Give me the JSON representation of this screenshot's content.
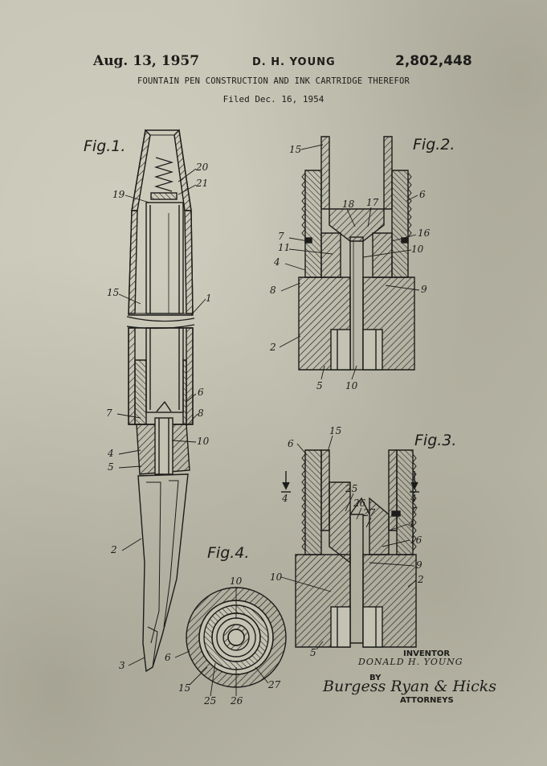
{
  "header": {
    "date": "Aug. 13, 1957",
    "inventor": "D. H. YOUNG",
    "patent_number": "2,802,448",
    "title": "FOUNTAIN PEN CONSTRUCTION AND INK CARTRIDGE THEREFOR",
    "filed": "Filed Dec. 16, 1954"
  },
  "figures": {
    "fig1": {
      "label": "Fig.1.",
      "refs": [
        "20",
        "21",
        "19",
        "15",
        "1",
        "6",
        "7",
        "8",
        "10",
        "4",
        "5",
        "2",
        "3"
      ]
    },
    "fig2": {
      "label": "Fig.2.",
      "refs": [
        "15",
        "6",
        "18",
        "17",
        "16",
        "7",
        "11",
        "10",
        "4",
        "8",
        "9",
        "2",
        "5",
        "10"
      ]
    },
    "fig3": {
      "label": "Fig.3.",
      "refs": [
        "6",
        "15",
        "4",
        "4",
        "25",
        "26",
        "27",
        "7",
        "4",
        "16",
        "9",
        "10",
        "2",
        "5"
      ]
    },
    "fig4": {
      "label": "Fig.4.",
      "refs": [
        "10",
        "6",
        "15",
        "25",
        "26",
        "27"
      ]
    }
  },
  "signature": {
    "inventor_label": "INVENTOR",
    "inventor_signature": "DONALD H. YOUNG",
    "by": "BY",
    "attorneys_signature": "Burgess Ryan & Hicks",
    "attorneys_label": "ATTORNEYS"
  },
  "colors": {
    "paper": "#c4c2b2",
    "ink": "#1c1c1a"
  }
}
